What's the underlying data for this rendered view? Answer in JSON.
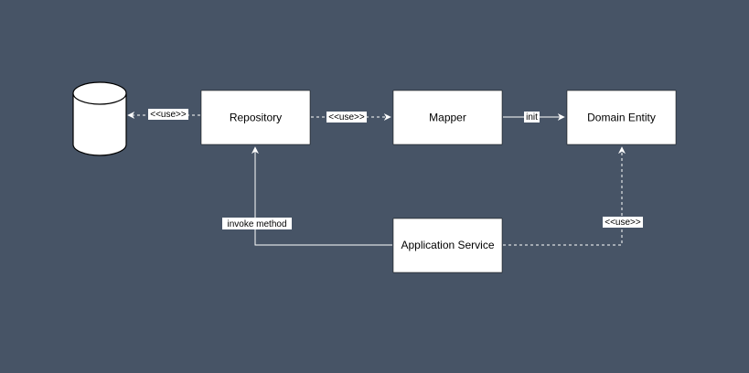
{
  "colors": {
    "background": "#475466",
    "node_fill": "#ffffff",
    "edge": "#ffffff",
    "text": "#000000"
  },
  "nodes": {
    "repository": "Repository",
    "mapper": "Mapper",
    "domain_entity": "Domain Entity",
    "application_service": "Application Service"
  },
  "edges": {
    "repo_to_db": "<<use>>",
    "repo_to_mapper": "<<use>>",
    "mapper_to_entity": "init",
    "service_to_repo": "invoke method",
    "service_to_entity": "<<use>>"
  },
  "icons": {
    "database": "database-cylinder-icon"
  }
}
